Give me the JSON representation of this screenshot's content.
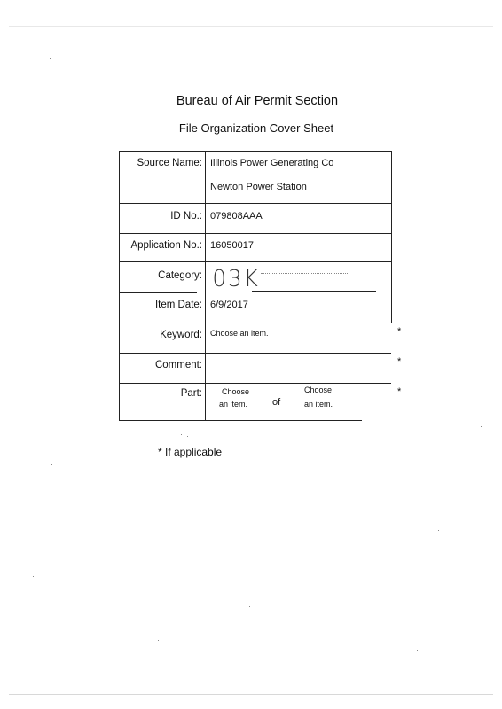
{
  "header": {
    "title": "Bureau of Air Permit Section",
    "subtitle": "File Organization Cover Sheet"
  },
  "form": {
    "source_name": {
      "label": "Source Name:",
      "value_line1": "Illinois Power Generating Co",
      "value_line2": "Newton Power Station"
    },
    "id_no": {
      "label": "ID No.:",
      "value": "079808AAA"
    },
    "application_no": {
      "label": "Application No.:",
      "value": "16050017"
    },
    "category": {
      "label": "Category:",
      "value": "03K"
    },
    "item_date": {
      "label": "Item Date:",
      "value": "6/9/2017"
    },
    "keyword": {
      "label": "Keyword:",
      "value": "Choose an item.",
      "marker": "*"
    },
    "comment": {
      "label": "Comment:",
      "value": "",
      "marker": "*"
    },
    "part": {
      "label": "Part:",
      "first_choice_line1": "Choose",
      "first_choice_line2": "an item.",
      "of_text": "of",
      "second_choice_line1": "Choose",
      "second_choice_line2": "an item.",
      "marker": "*"
    }
  },
  "footnote": "* If applicable"
}
